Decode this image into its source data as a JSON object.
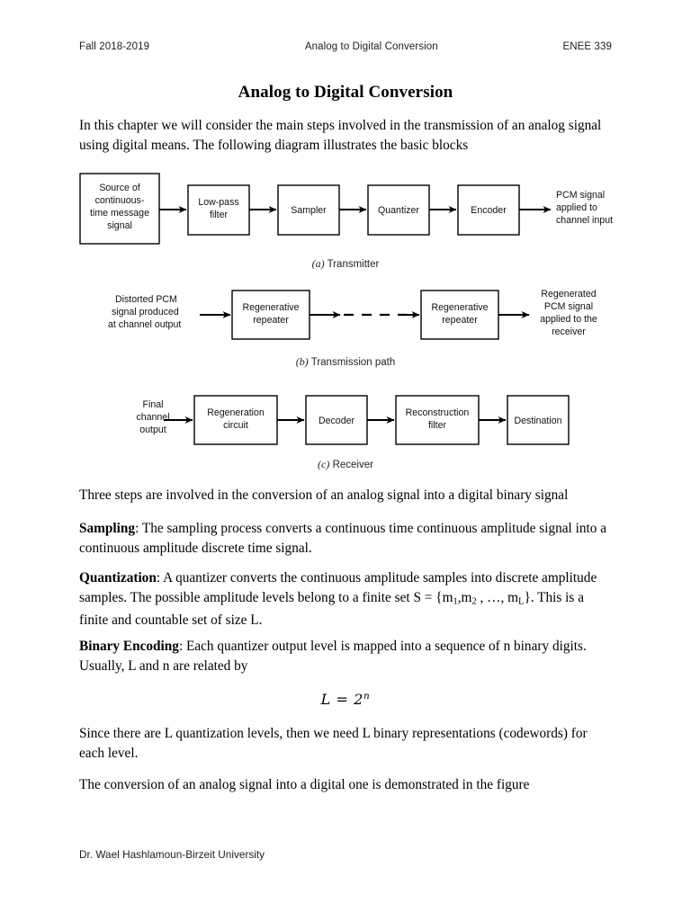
{
  "header": {
    "left": "Fall 2018-2019",
    "center": "Analog to Digital Conversion",
    "right": "ENEE 339"
  },
  "title": "Analog to Digital Conversion",
  "intro": "In this chapter we will consider the main steps involved in the transmission of an analog signal using digital means.  The following diagram illustrates the basic blocks",
  "figures": [
    {
      "id": "transmitter",
      "caption_letter": "(a)",
      "caption_text": "Transmitter",
      "input_label": "",
      "blocks": [
        "Source of continuous-time message signal",
        "Low-pass filter",
        "Sampler",
        "Quantizer",
        "Encoder"
      ],
      "output_label": "PCM signal applied to channel input",
      "block_lines": [
        [
          "Source of",
          "continuous-",
          "time message",
          "signal"
        ],
        [
          "Low-pass",
          "filter"
        ],
        [
          "Sampler"
        ],
        [
          "Quantizer"
        ],
        [
          "Encoder"
        ]
      ],
      "output_lines": [
        "PCM signal",
        "applied to",
        "channel input"
      ]
    },
    {
      "id": "transmission-path",
      "caption_letter": "(b)",
      "caption_text": "Transmission path",
      "input_label": "Distorted PCM signal produced at channel output",
      "input_lines": [
        "Distorted PCM",
        "signal produced",
        "at channel output"
      ],
      "blocks": [
        "Regenerative repeater",
        "Regenerative repeater"
      ],
      "block_lines": [
        [
          "Regenerative",
          "repeater"
        ],
        [
          "Regenerative",
          "repeater"
        ]
      ],
      "dashed_link": true,
      "output_label": "Regenerated PCM signal applied to the receiver",
      "output_lines": [
        "Regenerated",
        "PCM signal",
        "applied to the",
        "receiver"
      ]
    },
    {
      "id": "receiver",
      "caption_letter": "(c)",
      "caption_text": "Receiver",
      "input_label": "Final channel output",
      "input_lines": [
        "Final",
        "channel",
        "output"
      ],
      "blocks": [
        "Regeneration circuit",
        "Decoder",
        "Reconstruction filter",
        "Destination"
      ],
      "block_lines": [
        [
          "Regeneration",
          "circuit"
        ],
        [
          "Decoder"
        ],
        [
          "Reconstruction",
          "filter"
        ],
        [
          "Destination"
        ]
      ]
    }
  ],
  "body": {
    "three_steps": "Three steps are involved in the conversion of an analog signal into a digital binary signal",
    "sampling_label": "Sampling",
    "sampling_text": ": The sampling process converts a continuous time continuous amplitude signal into a continuous amplitude discrete time signal.",
    "quantization_label": "Quantization",
    "quantization_text_1": ": A quantizer converts the continuous amplitude samples into discrete amplitude samples. The possible amplitude levels belong to a finite set S = {m",
    "quantization_sub_1": "1",
    "quantization_text_2": ",m",
    "quantization_sub_2": "2",
    "quantization_text_3": " , …, m",
    "quantization_sub_3": "L",
    "quantization_text_4": "}. This is a finite and countable set of size L.",
    "binary_label": "Binary Encoding",
    "binary_text": ": Each quantizer output level is mapped into a sequence of n binary digits. Usually, L and n are related by",
    "equation_lhs": "L = 2",
    "equation_exp": "n",
    "since_text": "Since there are L quantization levels, then we need L binary representations (codewords) for each level.",
    "conversion_text": "The conversion of an analog signal into a digital one is demonstrated in the figure"
  },
  "footer": "Dr. Wael Hashlamoun-Birzeit University",
  "colors": {
    "text": "#000000",
    "header_text": "#1d1d1d",
    "stroke": "#000000",
    "page_bg": "#ffffff"
  }
}
